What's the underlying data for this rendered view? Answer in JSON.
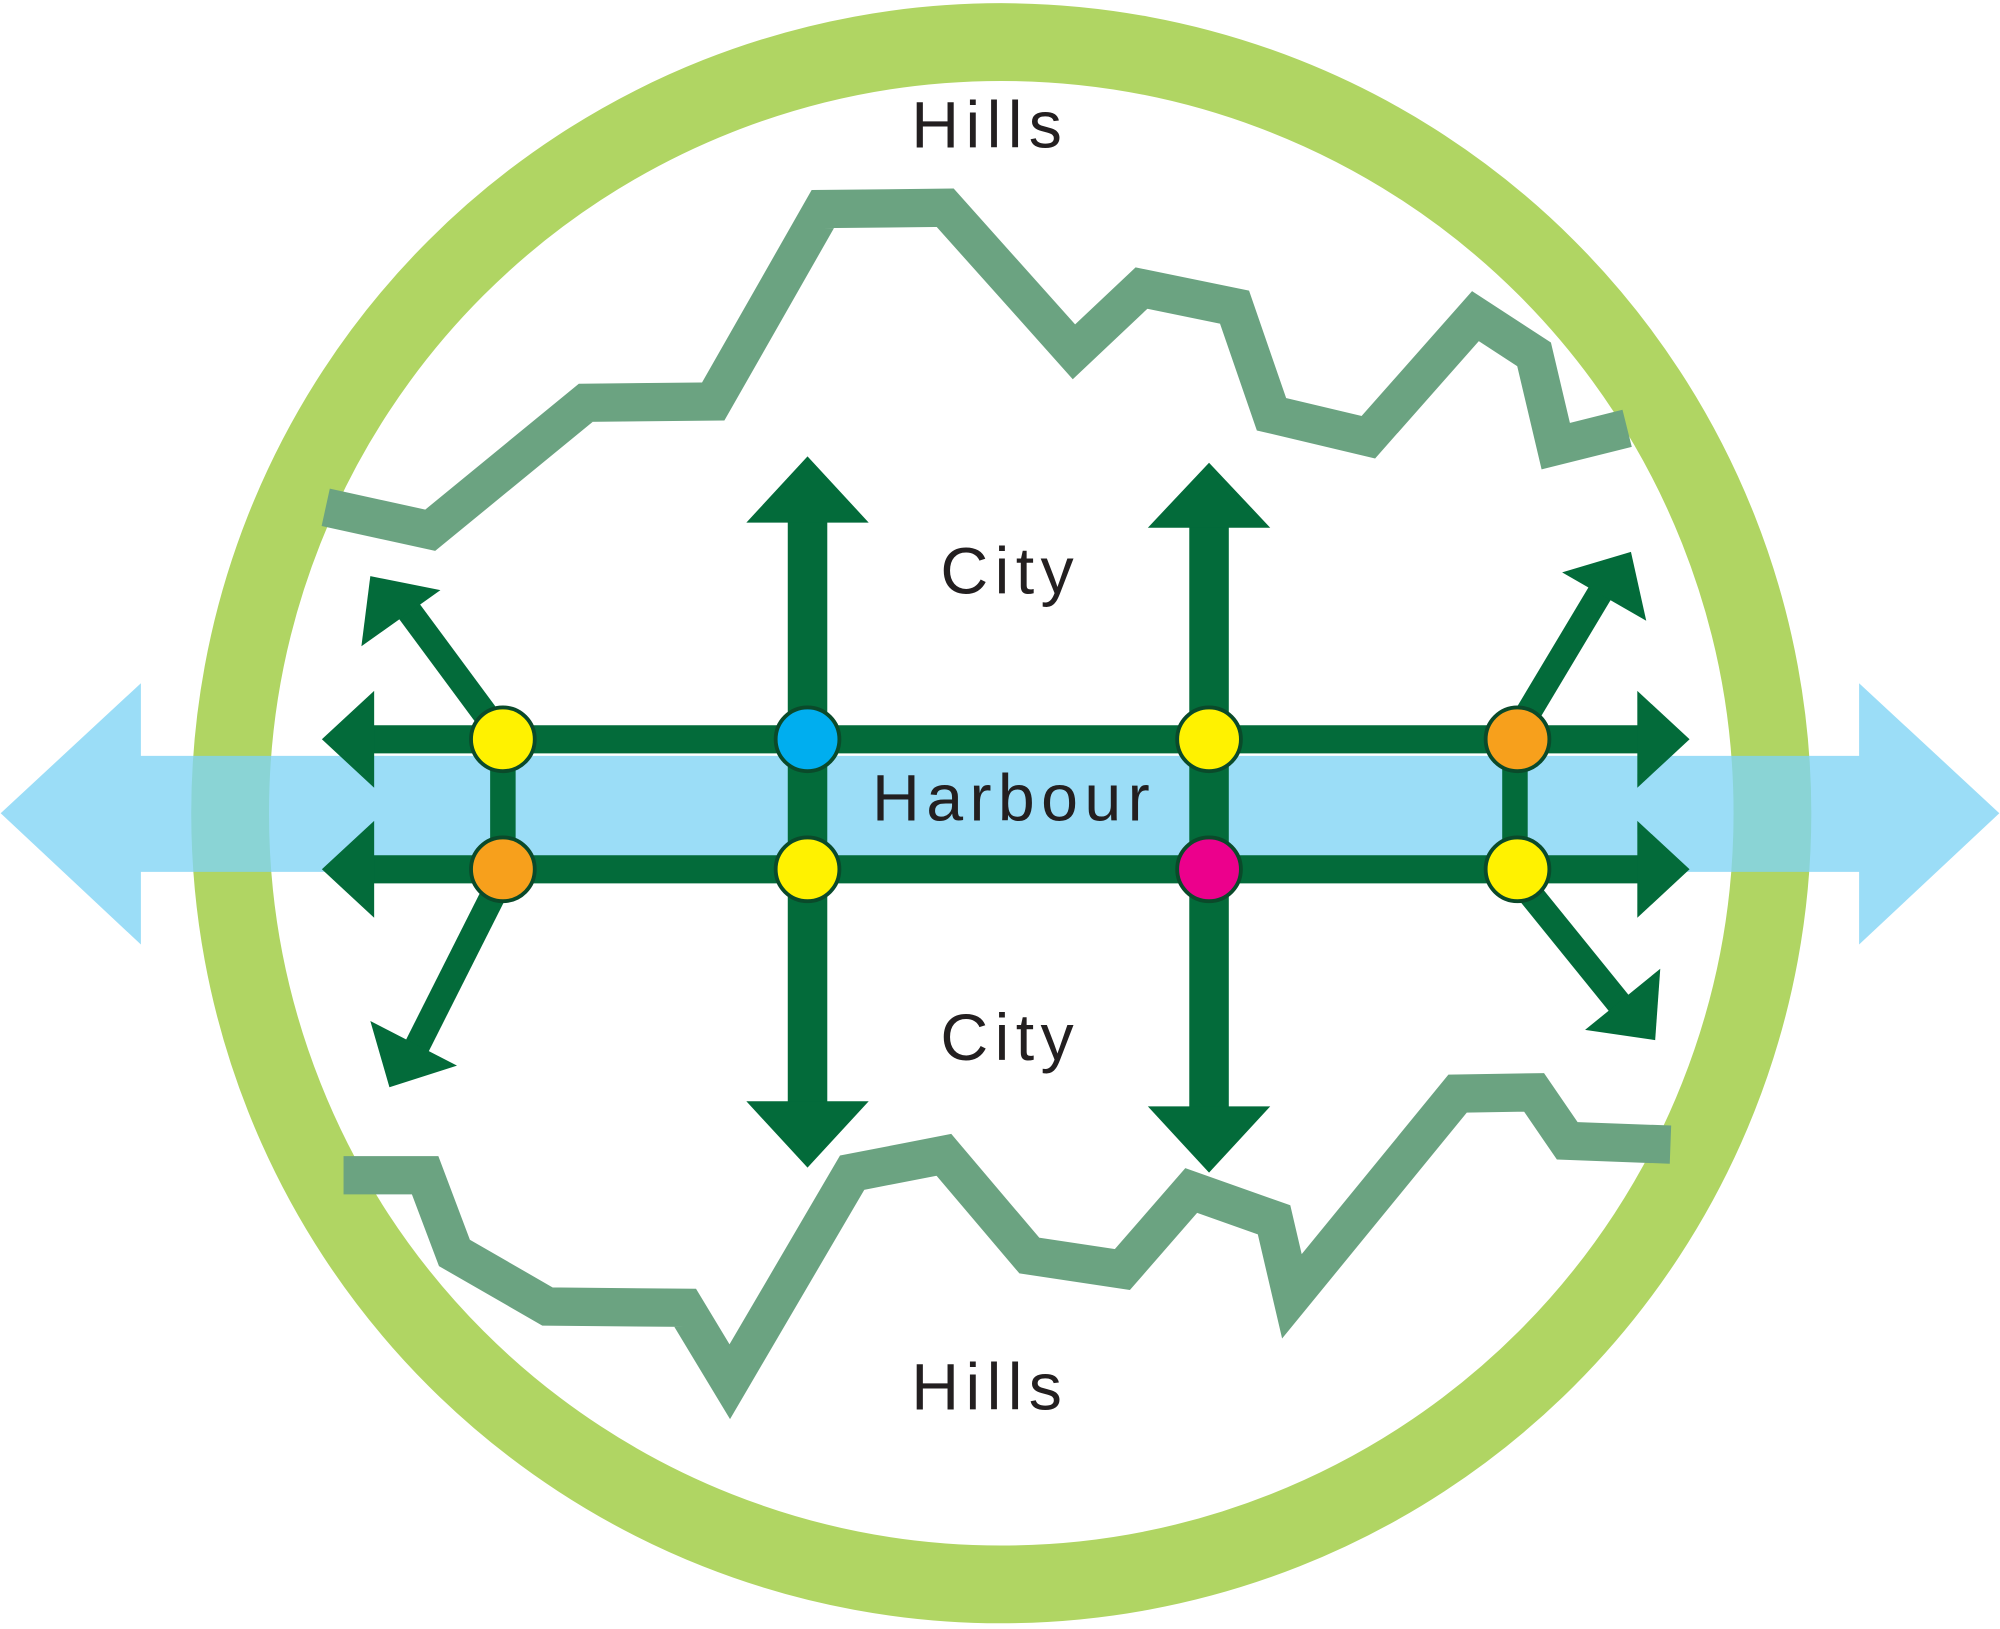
{
  "labels": {
    "hills_top": "Hills",
    "city_top": "City",
    "harbour": "Harbour",
    "city_bottom": "City",
    "hills_bottom": "Hills"
  },
  "colors": {
    "green_belt": "#b0d563",
    "harbour": "#7fd3f5",
    "road": "#036b3a",
    "hills_line": "#6ba381",
    "node_yellow": "#fff200",
    "node_blue": "#00aeef",
    "node_orange": "#f7a01c",
    "node_magenta": "#ec008c"
  },
  "nodes": [
    {
      "row": "top",
      "column": 1,
      "color": "yellow"
    },
    {
      "row": "top",
      "column": 2,
      "color": "blue"
    },
    {
      "row": "top",
      "column": 3,
      "color": "yellow"
    },
    {
      "row": "top",
      "column": 4,
      "color": "orange"
    },
    {
      "row": "bottom",
      "column": 1,
      "color": "orange"
    },
    {
      "row": "bottom",
      "column": 2,
      "color": "yellow"
    },
    {
      "row": "bottom",
      "column": 3,
      "color": "magenta"
    },
    {
      "row": "bottom",
      "column": 4,
      "color": "yellow"
    }
  ]
}
